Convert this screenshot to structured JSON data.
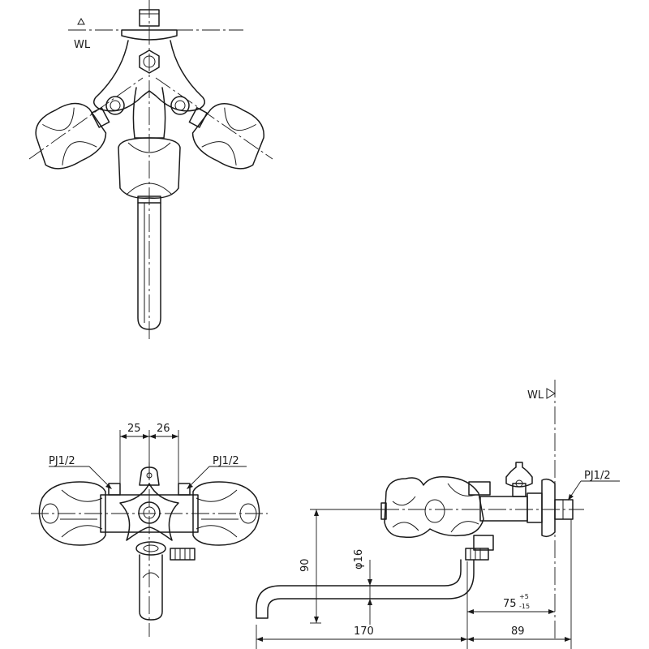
{
  "labels": {
    "wl_top": "WL",
    "wl_side": "WL",
    "dim_25": "25",
    "dim_26": "26",
    "pj_left": "PJ1/2",
    "pj_right": "PJ1/2",
    "pj_side": "PJ1/2",
    "dim_90": "90",
    "dim_phi16": "φ16",
    "dim_75": "75",
    "tol_plus": "+5",
    "tol_minus": "-15",
    "dim_170": "170",
    "dim_89": "89"
  }
}
